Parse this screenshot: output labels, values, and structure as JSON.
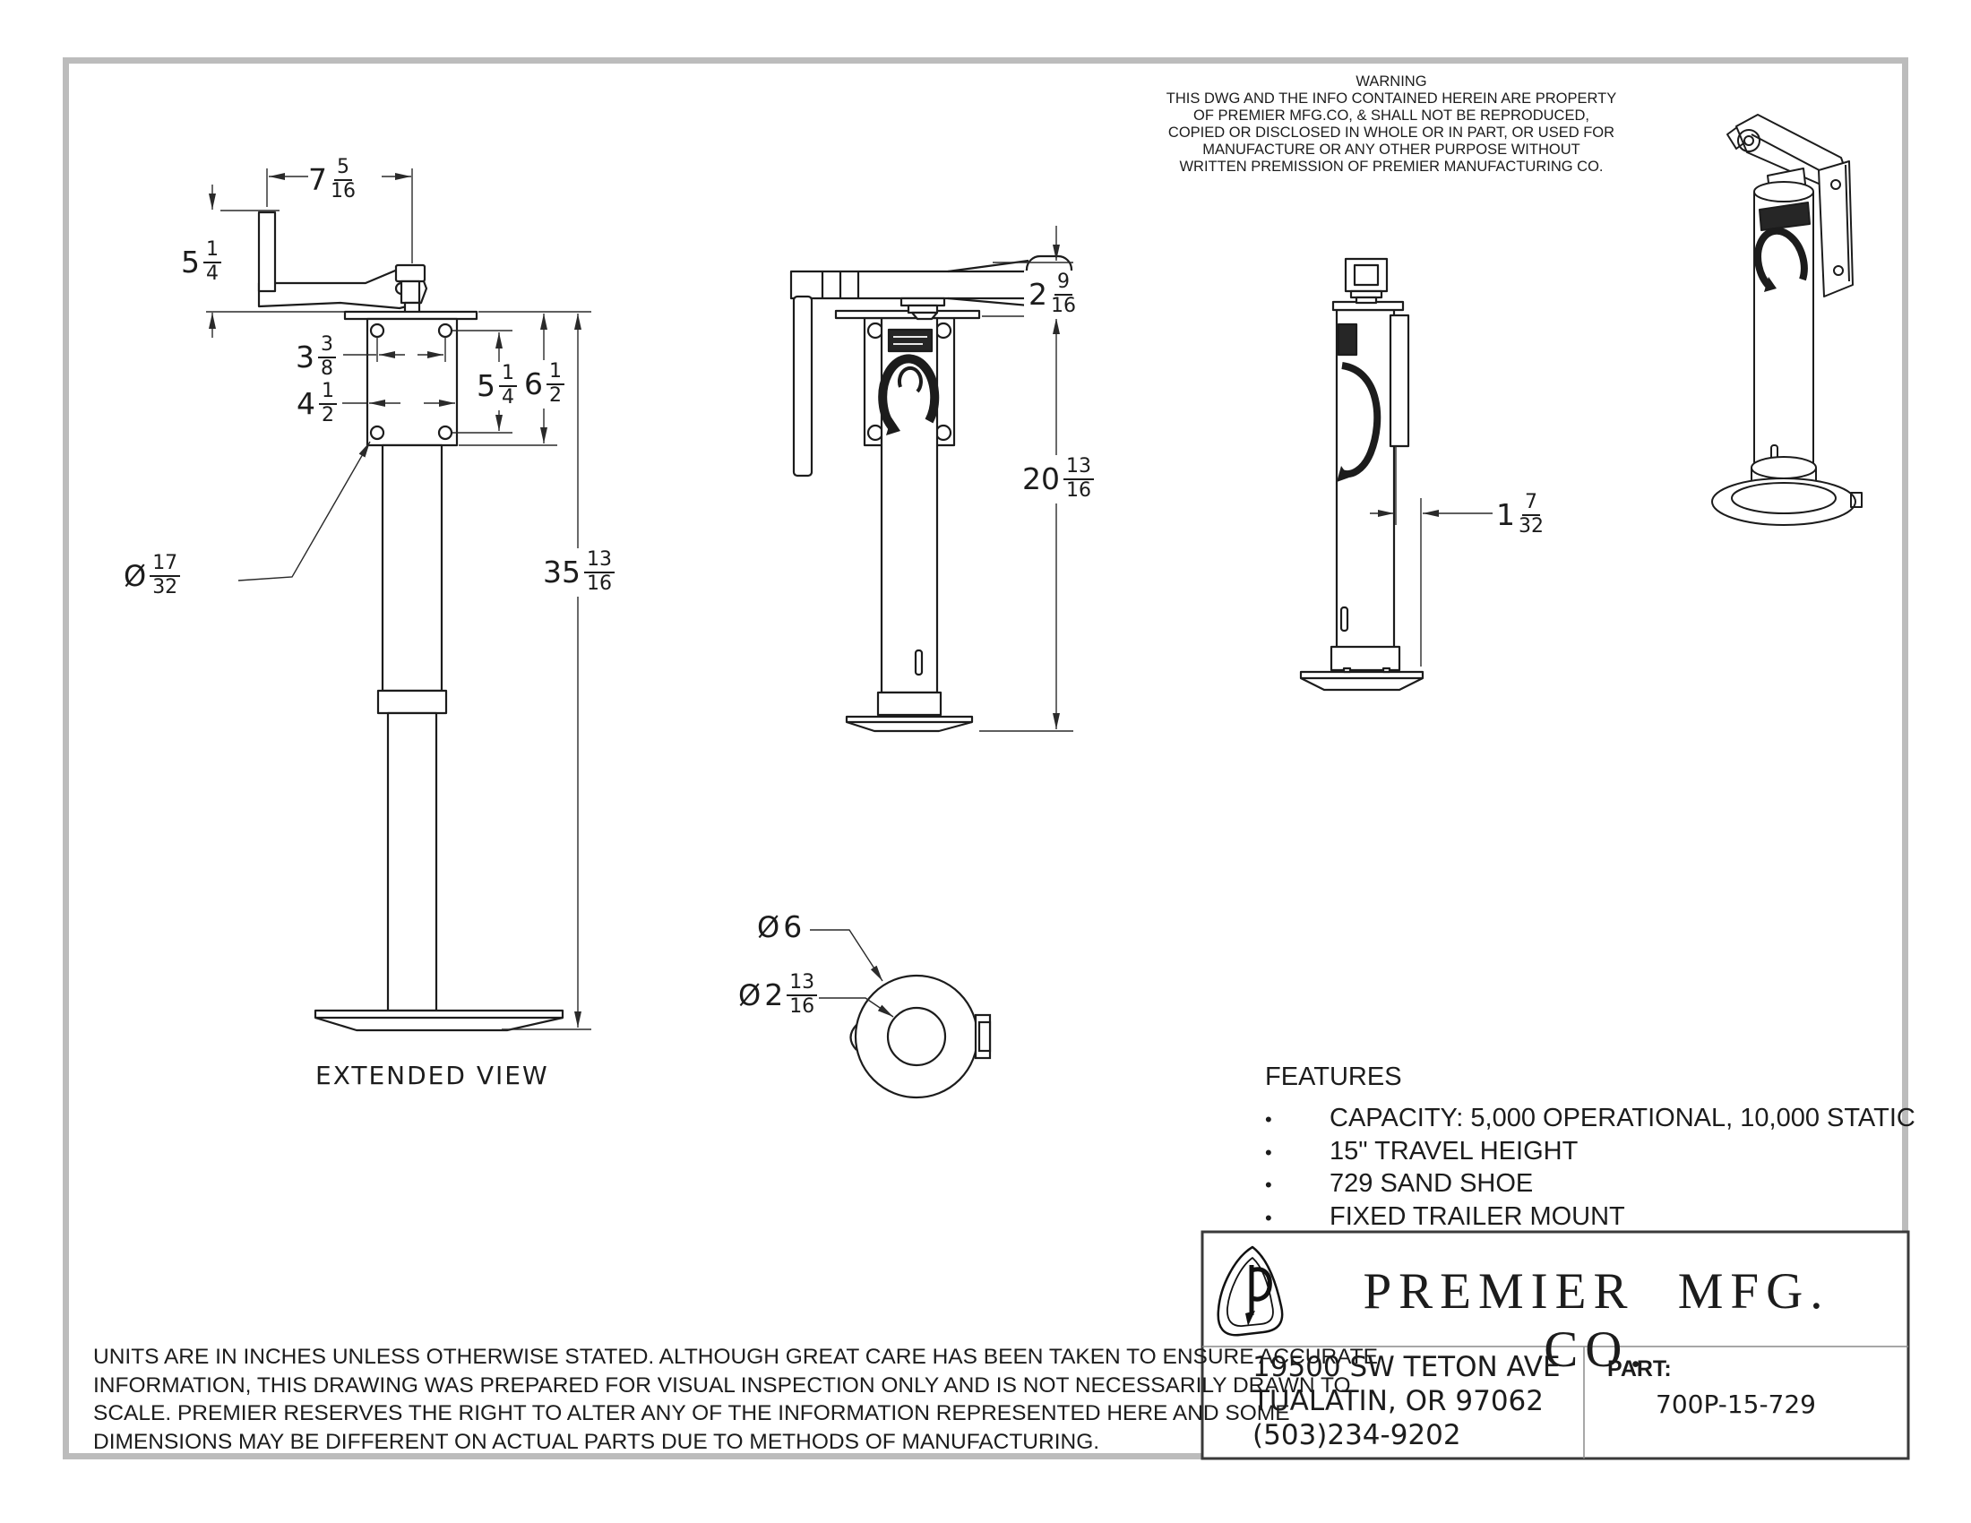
{
  "warning": {
    "title": "WARNING",
    "lines": [
      "THIS DWG AND THE INFO CONTAINED HEREIN ARE PROPERTY",
      "OF PREMIER MFG.CO, & SHALL NOT BE REPRODUCED,",
      "COPIED OR DISCLOSED IN WHOLE OR IN PART, OR USED FOR",
      "MANUFACTURE OR ANY OTHER PURPOSE WITHOUT",
      "WRITTEN PREMISSION OF PREMIER MANUFACTURING CO."
    ]
  },
  "views": {
    "extended": {
      "caption": "EXTENDED VIEW",
      "dims": {
        "crank_reach": {
          "whole": "7",
          "num": "5",
          "den": "16"
        },
        "crank_height": {
          "whole": "5",
          "num": "1",
          "den": "4"
        },
        "bolt_spacing_width": {
          "whole": "3",
          "num": "3",
          "den": "8"
        },
        "plate_width": {
          "whole": "4",
          "num": "1",
          "den": "2"
        },
        "bolt_spacing_height": {
          "whole": "5",
          "num": "1",
          "den": "4"
        },
        "plate_height": {
          "whole": "6",
          "num": "1",
          "den": "2"
        },
        "bolt_hole_diameter": {
          "prefix": "Ø",
          "num": "17",
          "den": "32"
        },
        "extended_height": {
          "whole": "35",
          "num": "13",
          "den": "16"
        }
      }
    },
    "retracted_front": {
      "dims": {
        "handle_above_mount": {
          "whole": "2",
          "num": "9",
          "den": "16"
        },
        "retracted_height": {
          "whole": "20",
          "num": "13",
          "den": "16"
        }
      }
    },
    "retracted_side": {
      "dims": {
        "mount_offset": {
          "whole": "1",
          "num": "7",
          "den": "32"
        }
      }
    },
    "sand_shoe_top": {
      "dims": {
        "outer_diameter": {
          "prefix": "Ø",
          "whole": "6"
        },
        "inner_diameter": {
          "prefix": "Ø",
          "whole": "2",
          "num": "13",
          "den": "16"
        }
      }
    }
  },
  "features": {
    "title": "FEATURES",
    "bullet": "•",
    "items": [
      "CAPACITY: 5,000 OPERATIONAL, 10,000 STATIC",
      "15\" TRAVEL HEIGHT",
      "729 SAND SHOE",
      "FIXED TRAILER MOUNT"
    ]
  },
  "title_block": {
    "company": "PREMIER MFG. CO.",
    "address_lines": [
      "19500 SW TETON AVE",
      "TUALATIN, OR 97062",
      "(503)234-9202"
    ],
    "part_label": "PART:",
    "part_number": "700P-15-729"
  },
  "disclaimer_lines": [
    "UNITS ARE IN INCHES UNLESS OTHERWISE STATED.  ALTHOUGH GREAT CARE HAS BEEN TAKEN TO ENSURE ACCURATE",
    "INFORMATION, THIS DRAWING WAS PREPARED FOR VISUAL INSPECTION ONLY AND IS NOT NECESSARILY DRAWN TO",
    "SCALE.  PREMIER RESERVES THE RIGHT TO ALTER ANY OF THE INFORMATION REPRESENTED HERE AND SOME",
    "DIMENSIONS MAY BE DIFFERENT ON ACTUAL PARTS DUE TO METHODS OF MANUFACTURING."
  ]
}
